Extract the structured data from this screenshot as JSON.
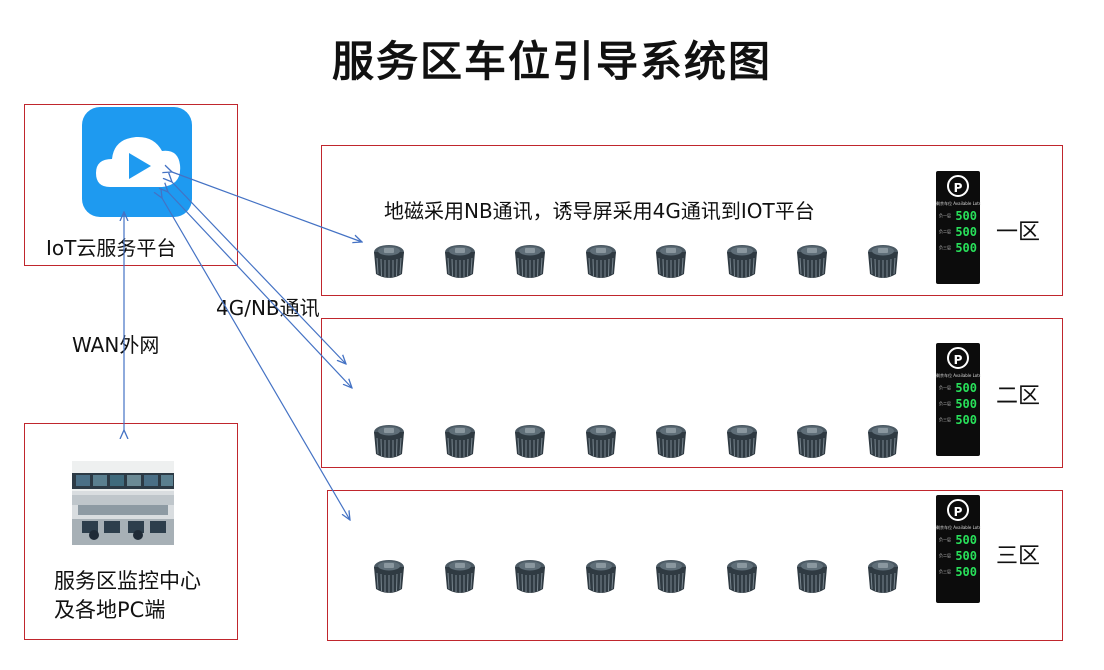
{
  "title": "服务区车位引导系统图",
  "iot_platform": {
    "label": "IoT云服务平台",
    "icon": "cloud-play-icon"
  },
  "monitor_center": {
    "label_line1": "服务区监控中心",
    "label_line2": "及各地PC端",
    "icon": "control-room-photo"
  },
  "links": {
    "wan": "WAN外网",
    "wireless": "4G/NB通讯"
  },
  "zone_note": "地磁采用NB通讯，诱导屏采用4G通讯到IOT平台",
  "zones": [
    {
      "name": "一区",
      "sensor_count": 8
    },
    {
      "name": "二区",
      "sensor_count": 8
    },
    {
      "name": "三区",
      "sensor_count": 8
    }
  ],
  "guide_screen": {
    "logo": "P",
    "header": "剩余车位  Available Lots",
    "rows": [
      {
        "label": "负一层",
        "value": "500"
      },
      {
        "label": "负二层",
        "value": "500"
      },
      {
        "label": "负三层",
        "value": "500"
      }
    ]
  },
  "colors": {
    "frame": "#c0262d",
    "arrow": "#4472c4",
    "cloud_bg": "#1e9af0",
    "led": "#28e05a"
  }
}
